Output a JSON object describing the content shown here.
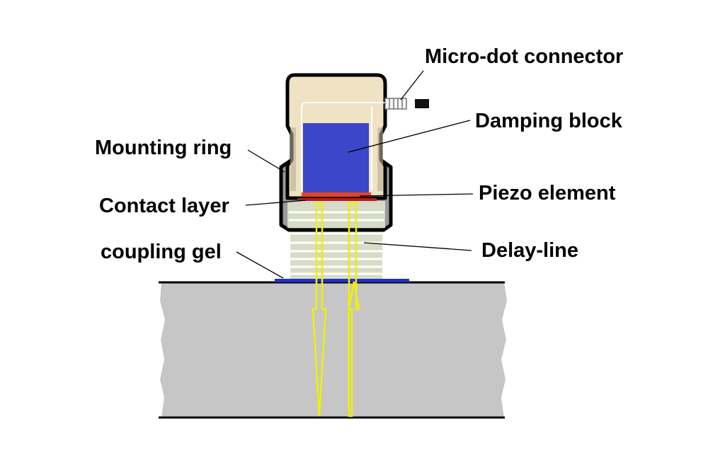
{
  "labels": {
    "micro_dot_connector": "Micro-dot connector",
    "damping_block": "Damping block",
    "mounting_ring": "Mounting ring",
    "piezo_element": "Piezo element",
    "contact_layer": "Contact layer",
    "coupling_gel": "coupling gel",
    "delay_line": "Delay-line"
  },
  "colors": {
    "housing_fill": "#efe3c3",
    "housing_outline": "#000000",
    "mounting_ring": "#9a9a9a",
    "damping_block": "#3c46c8",
    "piezo": "#e8431e",
    "contact_layer": "#c01818",
    "delay_line": "#d6dcc6",
    "delay_line_stripe": "#ffffff",
    "coupling_gel": "#2030c0",
    "test_piece": "#c6c6c6",
    "sound_path": "#f0f000",
    "leader_line": "#000000"
  }
}
